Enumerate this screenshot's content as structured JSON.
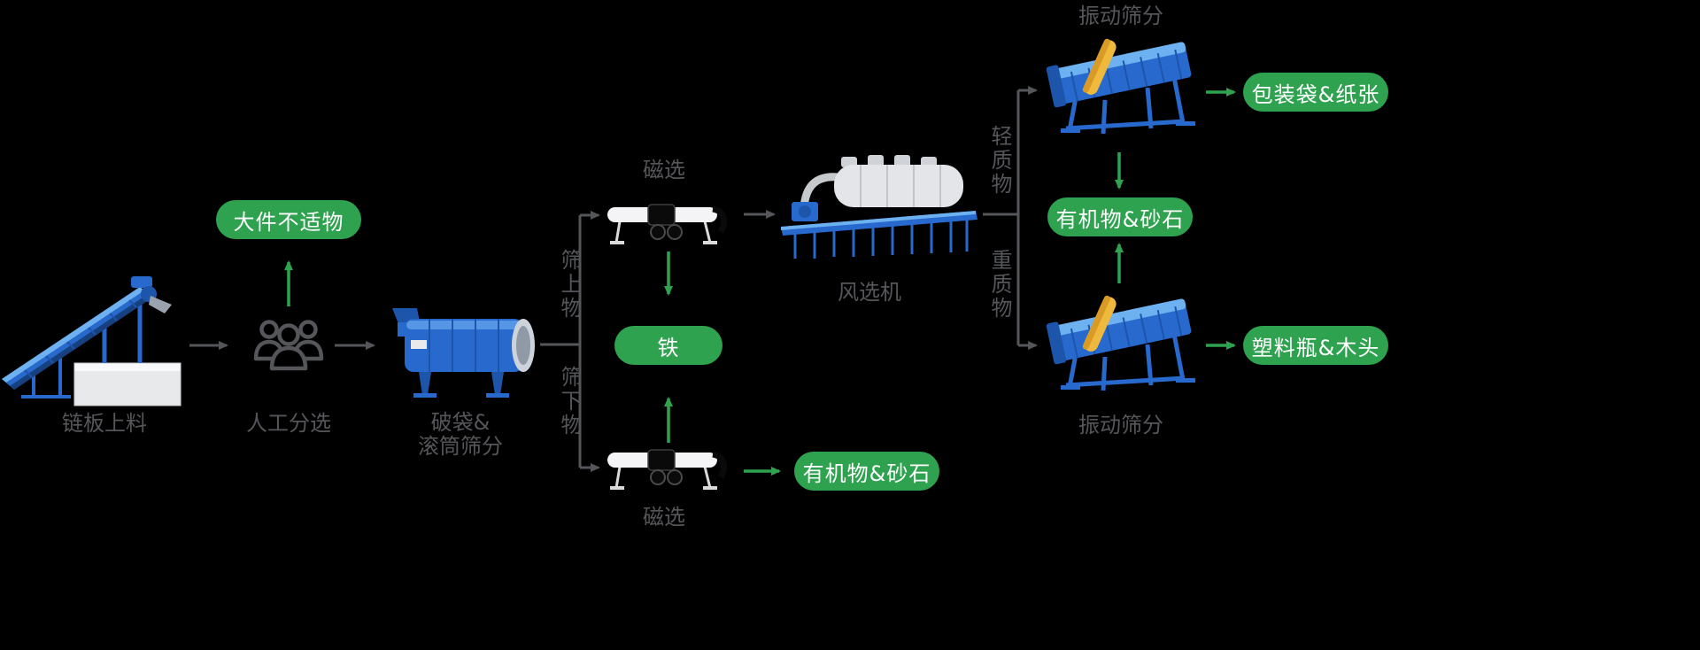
{
  "colors": {
    "background": "#000000",
    "accent_green": "#2EA24F",
    "text_gray": "#55565A",
    "machine_blue": "#2769CC",
    "machine_blue_dark": "#1D55AB",
    "machine_yellow": "#EEB93C"
  },
  "stages": {
    "feeder": {
      "label": "链板上料"
    },
    "manual_sort": {
      "label": "人工分选"
    },
    "drum": {
      "label_line1": "破袋&",
      "label_line2": "滚筒筛分"
    },
    "magnet_top": {
      "label": "磁选"
    },
    "magnet_bottom": {
      "label": "磁选"
    },
    "air_separator": {
      "label": "风选机"
    },
    "vibrating_top": {
      "label": "振动筛分"
    },
    "vibrating_bottom": {
      "label": "振动筛分"
    }
  },
  "branches": {
    "oversize": "筛上物",
    "undersize": "筛下物",
    "light": "轻质物",
    "heavy": "重质物"
  },
  "outputs": {
    "bulky": "大件不适物",
    "iron": "铁",
    "organics_bottom": "有机物&砂石",
    "bags_paper": "包装袋&纸张",
    "organics_mid": "有机物&砂石",
    "plastic_wood": "塑料瓶&木头"
  }
}
